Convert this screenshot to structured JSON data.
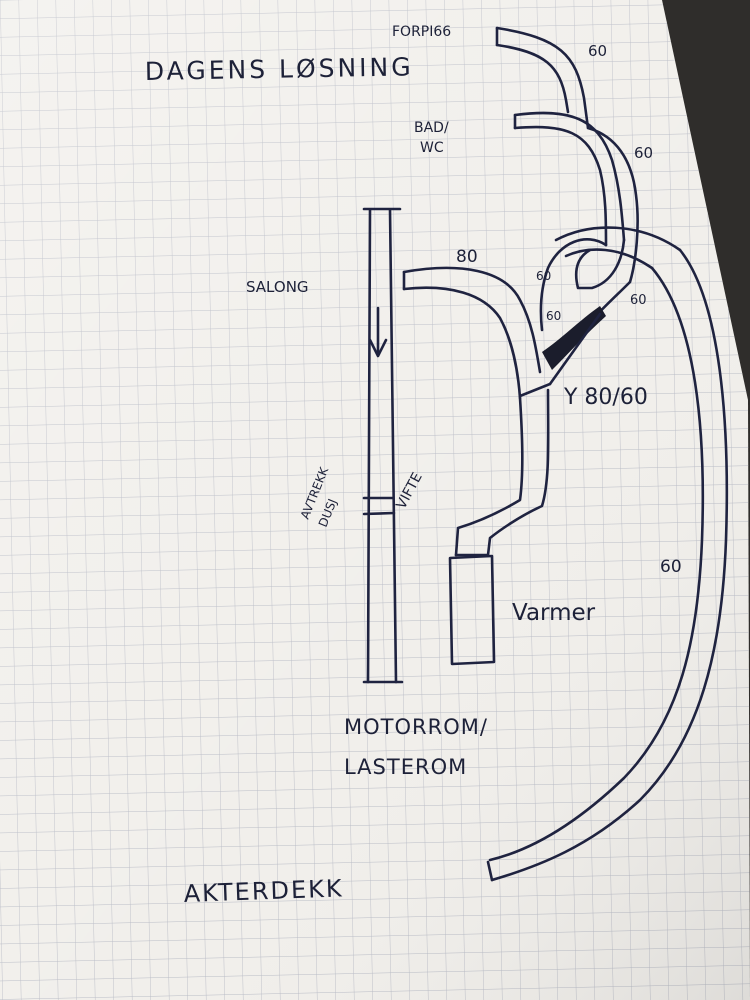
{
  "diagram": {
    "title": "DAGENS LØSNING",
    "labels": {
      "forpigg": "FORPI66",
      "bad_wc_line1": "BAD/",
      "bad_wc_line2": "WC",
      "salong": "SALONG",
      "avtrekk_line1": "AVTREKK",
      "avtrekk_line2": "DUSJ",
      "vifte": "VIFTE",
      "varmer": "Varmer",
      "y_junction": "Y 80/60",
      "motorrom_line1": "MOTORROM/",
      "motorrom_line2": "LASTEROM",
      "akterdekk": "AKTERDEKK"
    },
    "dimensions": {
      "forpigg_pipe": "60",
      "bad_pipe": "60",
      "salong_pipe": "80",
      "loop_left": "60",
      "loop_inner": "60",
      "loop_right": "60",
      "akter_pipe": "60"
    },
    "colors": {
      "paper": "#f1efeb",
      "grid": "#b9bcc6",
      "ink": "#1f2340",
      "background": "#3a3835"
    }
  }
}
